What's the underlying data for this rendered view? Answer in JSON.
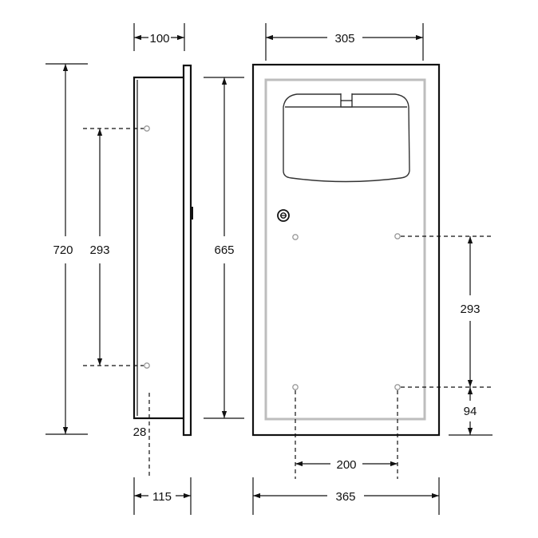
{
  "dimensions": {
    "side_depth_top": "100",
    "front_width_top": "305",
    "overall_height": "720",
    "side_hole_spacing": "293",
    "front_body_height": "665",
    "front_hole_spacing": "293",
    "bottom_hole_offset": "94",
    "flange_thickness": "28",
    "side_depth_bottom": "115",
    "hole_horizontal_spacing": "200",
    "overall_width": "365"
  }
}
